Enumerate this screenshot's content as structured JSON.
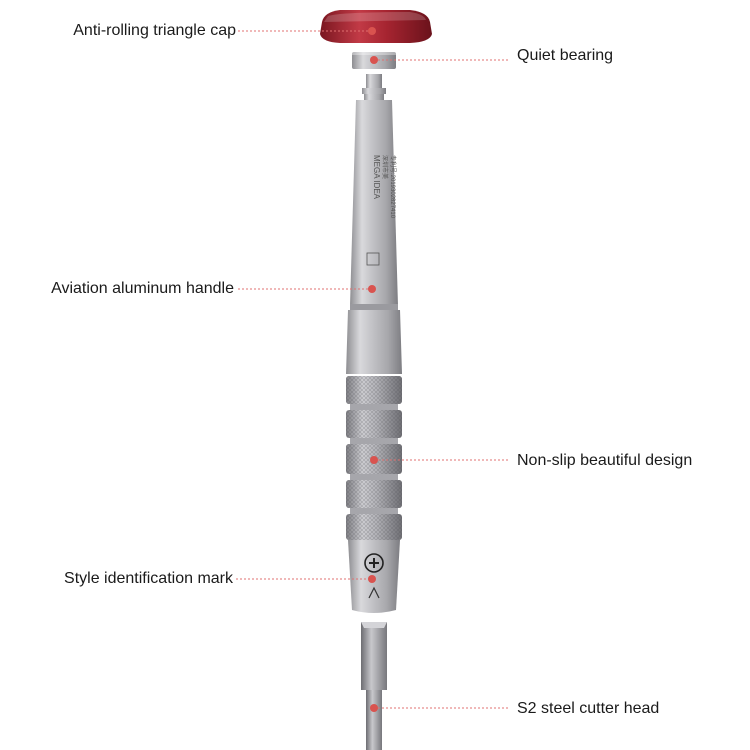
{
  "product": {
    "engraving_brand": "MEGA IDEA",
    "engraving_cn": "深圳市美",
    "engraving_patent": "专利号:2019302827410"
  },
  "callouts": [
    {
      "id": "cap",
      "text": "Anti-rolling triangle cap"
    },
    {
      "id": "bearing",
      "text": "Quiet bearing"
    },
    {
      "id": "handle",
      "text": "Aviation aluminum handle"
    },
    {
      "id": "grip",
      "text": "Non-slip beautiful design"
    },
    {
      "id": "mark",
      "text": "Style identification mark"
    },
    {
      "id": "bit",
      "text": "S2 steel cutter head"
    }
  ],
  "colors": {
    "cap_red": "#a52430",
    "aluminum": "#b8b8bc",
    "dot": "#d9534f",
    "leader": "#e07070"
  }
}
